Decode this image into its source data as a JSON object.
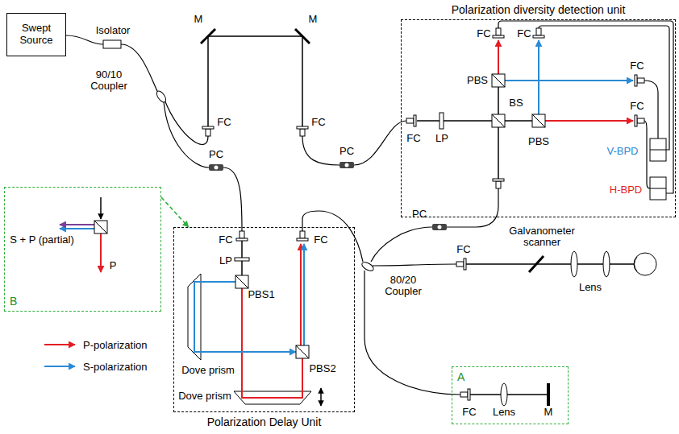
{
  "diagram": {
    "nodes": [
      {
        "text": [
          "Swept Source"
        ]
      },
      {
        "text": [
          "Polarization diversity detection unit"
        ]
      },
      {
        "text": [
          "B"
        ]
      },
      {
        "text": [
          "Polarization Delay Unit"
        ]
      },
      {
        "text": [
          "A"
        ]
      }
    ],
    "edges": [
      {
        "from": 2,
        "to": 3,
        "arrow": "to"
      }
    ],
    "labels": [
      "Isolator",
      "M",
      "M",
      "90/10 Coupler",
      "FC",
      "FC",
      "PC",
      "PC",
      "FC",
      "FC",
      "PBS",
      "FC",
      "BS",
      "FC",
      "LP",
      "PBS",
      "FC",
      "V-BPD",
      "H-BPD",
      "FC",
      "LP",
      "PBS1",
      "FC",
      "Dove prism",
      "PBS2",
      "Dove prism",
      "80/20 Coupler",
      "PC",
      "FC",
      "Galvanometer scanner",
      "Lens",
      "FC",
      "Lens",
      "M",
      "S + P (partial)",
      "P"
    ],
    "legend": [
      {
        "text": "P-polarization"
      },
      {
        "text": "S-polarization"
      }
    ]
  }
}
